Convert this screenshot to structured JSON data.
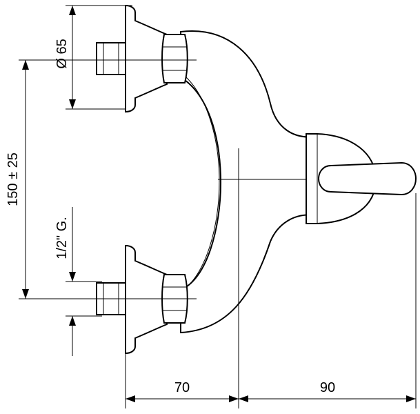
{
  "drawing": {
    "dimensions": {
      "flange_diameter": "Ø 65",
      "inlet_spacing": "150 ± 25",
      "thread_size": "1/2\" G.",
      "depth_to_centerline": "70",
      "lever_projection": "90"
    }
  }
}
